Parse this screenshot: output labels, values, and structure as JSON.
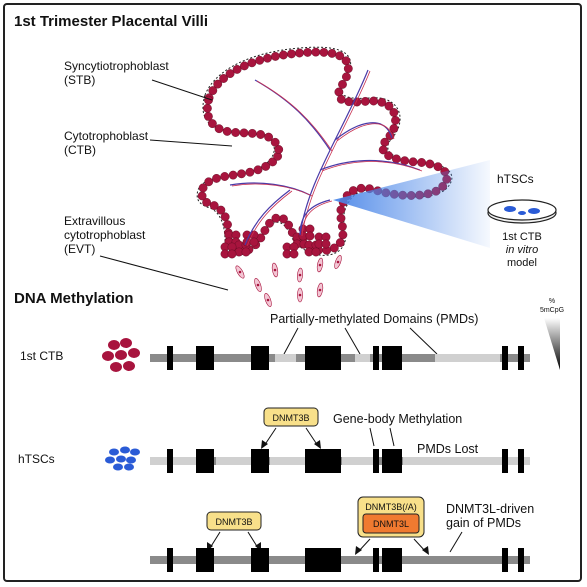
{
  "panel1": {
    "title": "1st Trimester Placental Villi",
    "labels": {
      "stb": [
        "Syncytiotrophoblast",
        "(STB)"
      ],
      "ctb": [
        "Cytotrophoblast",
        "(CTB)"
      ],
      "evt": [
        "Extravillous",
        "cytotrophoblast",
        "(EVT)"
      ]
    },
    "htsc_box": {
      "title": "hTSCs",
      "line1": "1st CTB",
      "line2": "in vitro",
      "line3": "model"
    }
  },
  "panel2": {
    "title": "DNA Methylation",
    "scale_label": [
      "%",
      "5mCpG"
    ],
    "rows": [
      {
        "label": "1st CTB",
        "annotation": "Partially-methylated Domains (PMDs)"
      },
      {
        "label": "hTSCs",
        "annotation": "Gene-body Methylation",
        "annotation2": "PMDs Lost",
        "badge": "DNMT3B"
      },
      {
        "label": "",
        "annotation": [
          "DNMT3L-driven",
          "gain of PMDs"
        ],
        "badge": "DNMT3B",
        "badge_stack_top": "DNMT3B(/A)",
        "badge_stack_bottom": "DNMT3L"
      }
    ]
  },
  "colors": {
    "ctb_cells": "#a8143e",
    "htsc_cells": "#2a5bd6",
    "stb_line": "#222222",
    "track_dark": "#8a8a8a",
    "track_light": "#d0d0d0",
    "exon": "#000000",
    "badge_yellow": "#f8e08a",
    "badge_orange": "#f07a30",
    "beam": "#4a86e8"
  }
}
